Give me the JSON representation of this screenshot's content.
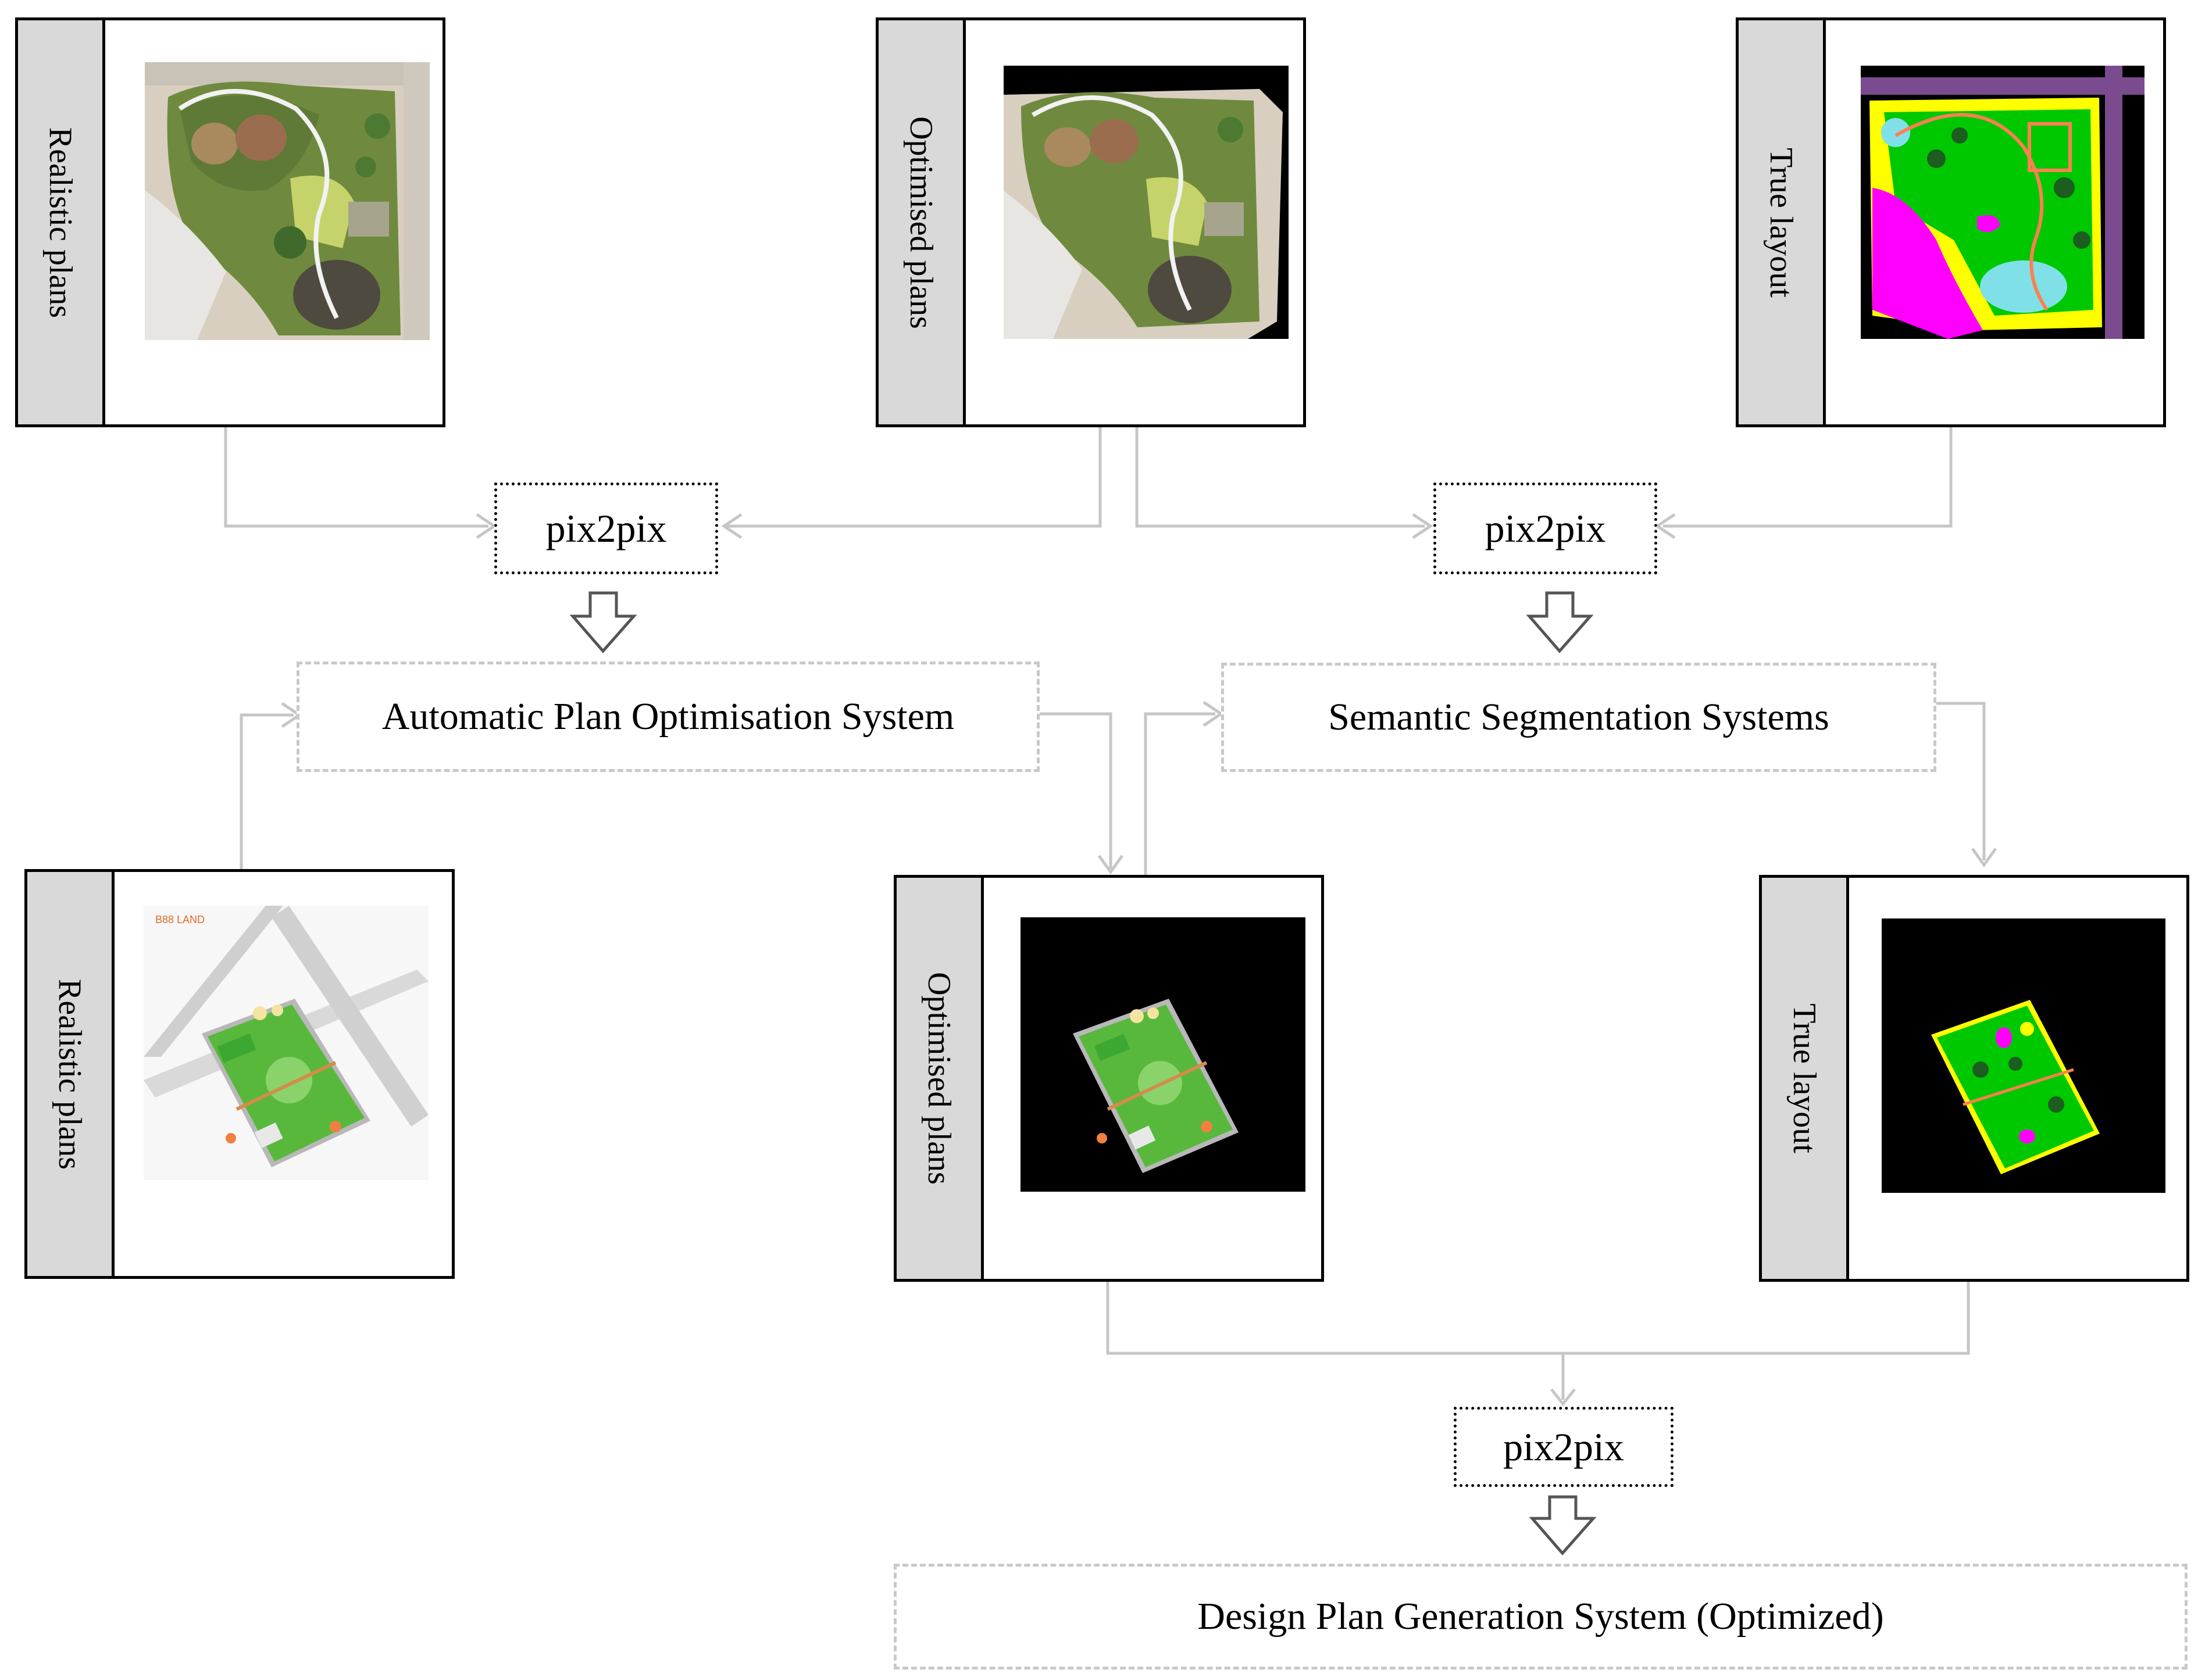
{
  "panels": {
    "realistic_top": {
      "label": "Realistic plans"
    },
    "optimised_top": {
      "label": "Optimised plans"
    },
    "true_top": {
      "label": "True layout"
    },
    "realistic_bottom": {
      "label": "Realistic plans",
      "map_text": "B88 LAND"
    },
    "optimised_bottom": {
      "label": "Optimised plans"
    },
    "true_bottom": {
      "label": "True layout"
    }
  },
  "pix2pix": {
    "left": "pix2pix",
    "right": "pix2pix",
    "bottom": "pix2pix"
  },
  "systems": {
    "auto": "Automatic Plan Optimisation System",
    "semantic": "Semantic Segmentation Systems",
    "design": "Design Plan Generation System (Optimized)"
  },
  "colors": {
    "connector": "#c6c6c6",
    "side_bar": "#d9d9d9",
    "dashed_border": "#c9c9c9"
  }
}
